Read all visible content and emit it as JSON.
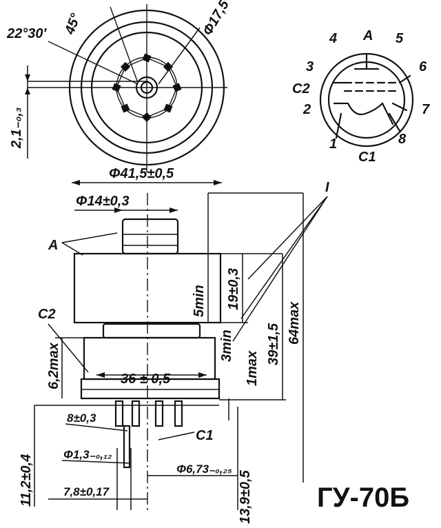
{
  "title": "ГУ-70Б",
  "top_view": {
    "angle_a": "22°30'",
    "angle_b": "45°",
    "diameter_inner": "Φ17,5",
    "offset": "2,1₋₀,₃",
    "diameter_outer": "Φ41,5±0,5"
  },
  "pinout": {
    "anode": "A",
    "pins": [
      "1",
      "2",
      "3",
      "4",
      "5",
      "6",
      "7",
      "8"
    ],
    "grid2": "C2",
    "grid1": "C1"
  },
  "side_view": {
    "d_anode_cap": "Φ14±0,3",
    "label_anode": "A",
    "label_zone": "I",
    "label_grid2": "C2",
    "label_grid1": "C1",
    "h_5min": "5min",
    "h_19": "19±0,3",
    "h_3min": "3min",
    "h_39": "39±1,5",
    "h_64max": "64max",
    "h_1max": "1max",
    "h_6_2max": "6,2max",
    "w_36": "36 ± 0,5",
    "pitch_8": "8±0,3",
    "d_pin": "Φ1,3₋₀,₁₂",
    "d_circle": "Φ6,73₋₀,₂₅",
    "h_11_2": "11,2±0,4",
    "w_7_8": "7,8±0,17",
    "h_13_9": "13,9±0,5"
  }
}
